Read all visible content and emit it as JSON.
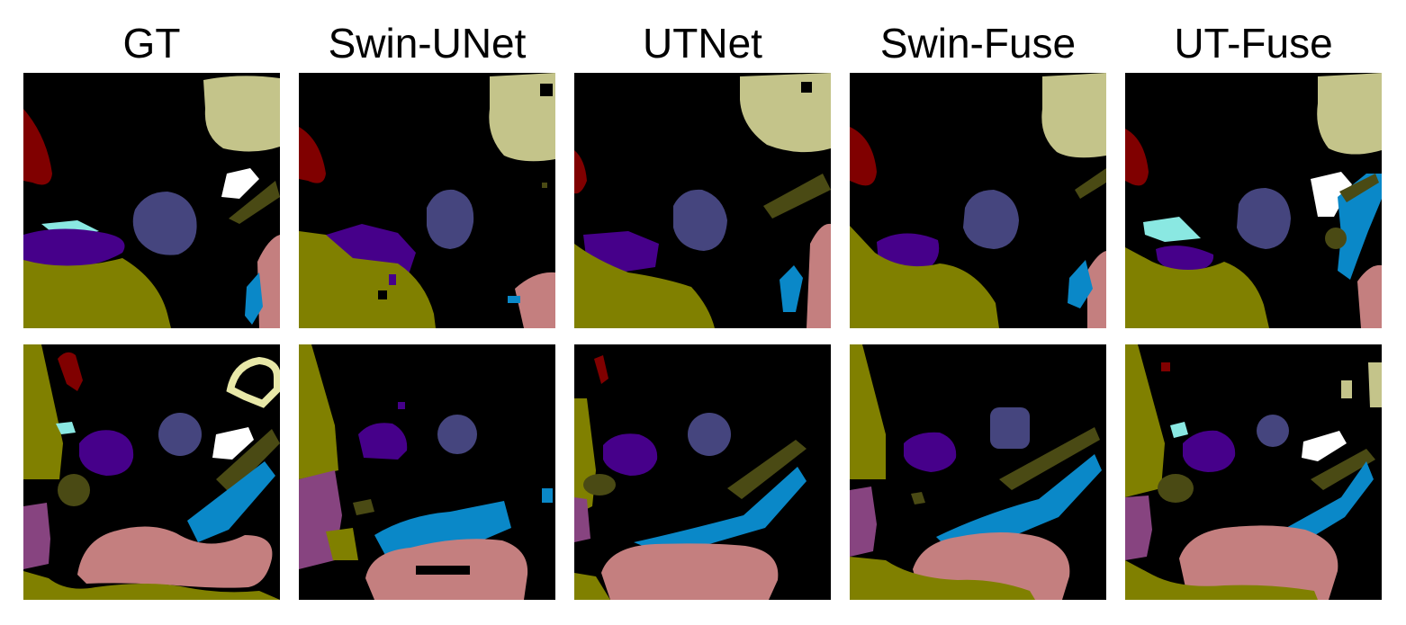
{
  "columns": [
    {
      "id": "gt",
      "title": "GT"
    },
    {
      "id": "swin-unet",
      "title": "Swin-UNet"
    },
    {
      "id": "utnet",
      "title": "UTNet"
    },
    {
      "id": "swin-fuse",
      "title": "Swin-Fuse"
    },
    {
      "id": "ut-fuse",
      "title": "UT-Fuse"
    }
  ],
  "rows": [
    "row-1",
    "row-2"
  ],
  "colors": {
    "background": "#000000",
    "olive": "#808000",
    "khaki": "#c4c48a",
    "dark_red": "#800000",
    "slate_blue": "#45457e",
    "indigo": "#46008a",
    "aqua": "#8ae8e2",
    "white": "#ffffff",
    "dark_olive": "#4a4a14",
    "sky_blue": "#0a88c8",
    "pink": "#c47f7f",
    "magenta": "#874480",
    "pale_yellow": "#e8e8a8"
  }
}
